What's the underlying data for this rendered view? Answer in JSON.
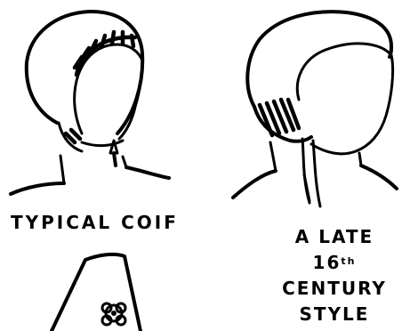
{
  "captions": {
    "typical": "TYPICAL COIF",
    "late_line1": "A LATE",
    "late_line2_num": "16",
    "late_line2_sup": "th",
    "late_line3": "CENTURY",
    "late_line4": "STYLE"
  },
  "colors": {
    "ink": "#000000",
    "paper": "#ffffff"
  },
  "icons": [
    "coif-front-drawing",
    "coif-late-16th-century-drawing",
    "fabric-flower-sketch"
  ]
}
